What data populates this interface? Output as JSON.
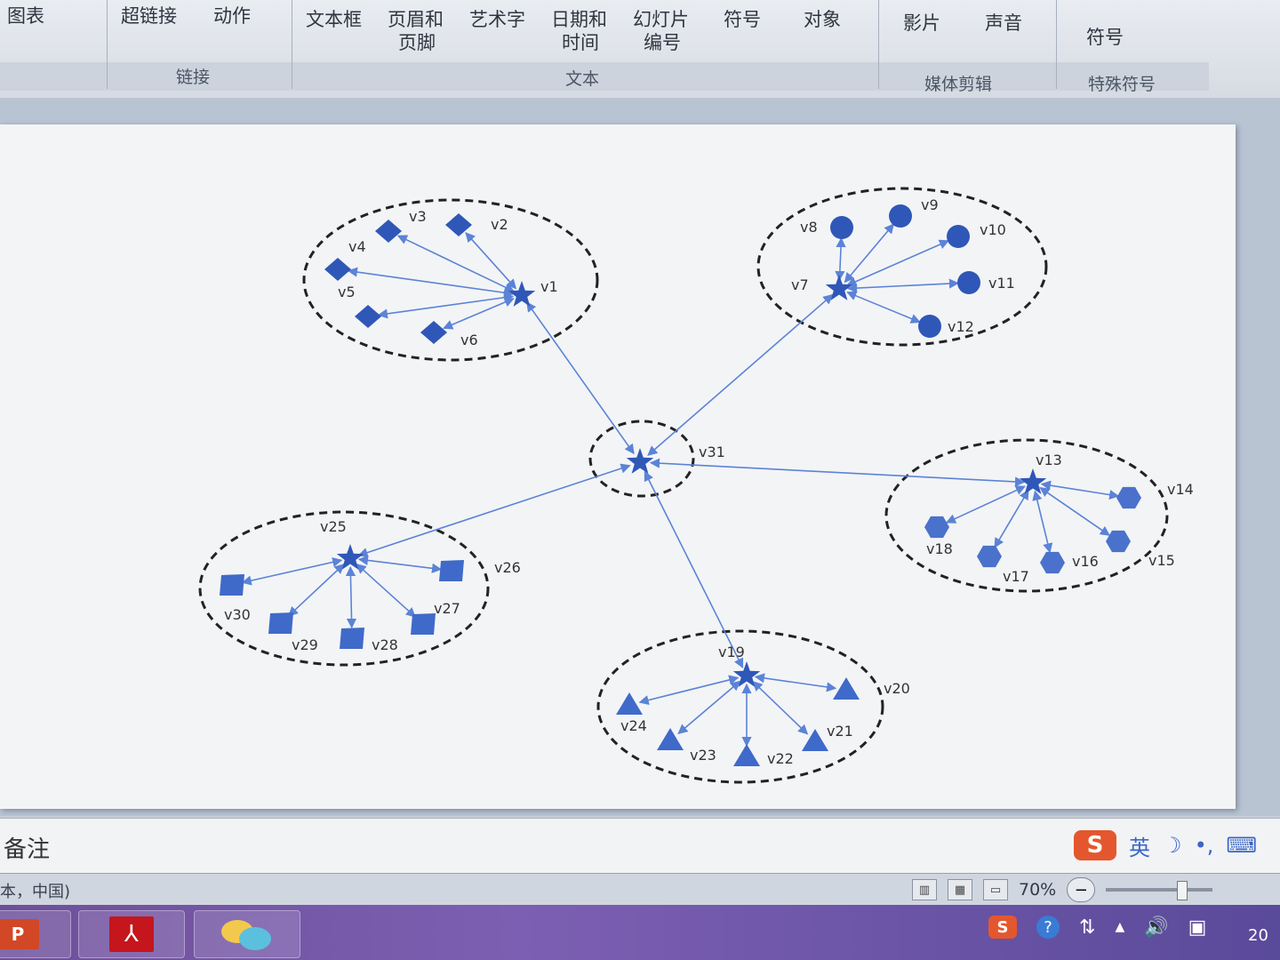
{
  "ribbon": {
    "items": [
      {
        "label": "图表"
      },
      {
        "label": "超链接"
      },
      {
        "label": "动作"
      },
      {
        "label": "文本框"
      },
      {
        "label": "页眉和"
      },
      {
        "label": "页脚"
      },
      {
        "label": "艺术字"
      },
      {
        "label": "日期和"
      },
      {
        "label": "时间"
      },
      {
        "label": "幻灯片"
      },
      {
        "label": "编号"
      },
      {
        "label": "符号"
      },
      {
        "label": "对象"
      },
      {
        "label": "影片"
      },
      {
        "label": "声音"
      },
      {
        "label": "符号"
      }
    ],
    "groups": [
      {
        "label": "链接"
      },
      {
        "label": "文本"
      },
      {
        "label": "媒体剪辑"
      },
      {
        "label": "特殊符号"
      }
    ]
  },
  "slide": {
    "nodes": {
      "v1": "v1",
      "v2": "v2",
      "v3": "v3",
      "v4": "v4",
      "v5": "v5",
      "v6": "v6",
      "v7": "v7",
      "v8": "v8",
      "v9": "v9",
      "v10": "v10",
      "v11": "v11",
      "v12": "v12",
      "v13": "v13",
      "v14": "v14",
      "v15": "v15",
      "v16": "v16",
      "v17": "v17",
      "v18": "v18",
      "v19": "v19",
      "v20": "v20",
      "v21": "v21",
      "v22": "v22",
      "v23": "v23",
      "v24": "v24",
      "v25": "v25",
      "v26": "v26",
      "v27": "v27",
      "v28": "v28",
      "v29": "v29",
      "v30": "v30",
      "v31": "v31"
    },
    "edge_color": "#5b83d6",
    "node_color": "#2f57b8"
  },
  "notes": {
    "text": "备注"
  },
  "ime": {
    "logo": "S",
    "mode": "英",
    "moon": "☽",
    "punct": "•,",
    "keyboard": "⌨"
  },
  "status": {
    "language": "本，中国)",
    "zoom": "70%",
    "zoom_out": "−",
    "zoom_in": "+"
  },
  "taskbar": {
    "powerpoint_label": "P",
    "pdf_label": "⅄",
    "tray_s": "S",
    "tray_help": "?",
    "tray_arrow": "▲",
    "tray_volume": "🔊",
    "clock": "20"
  }
}
